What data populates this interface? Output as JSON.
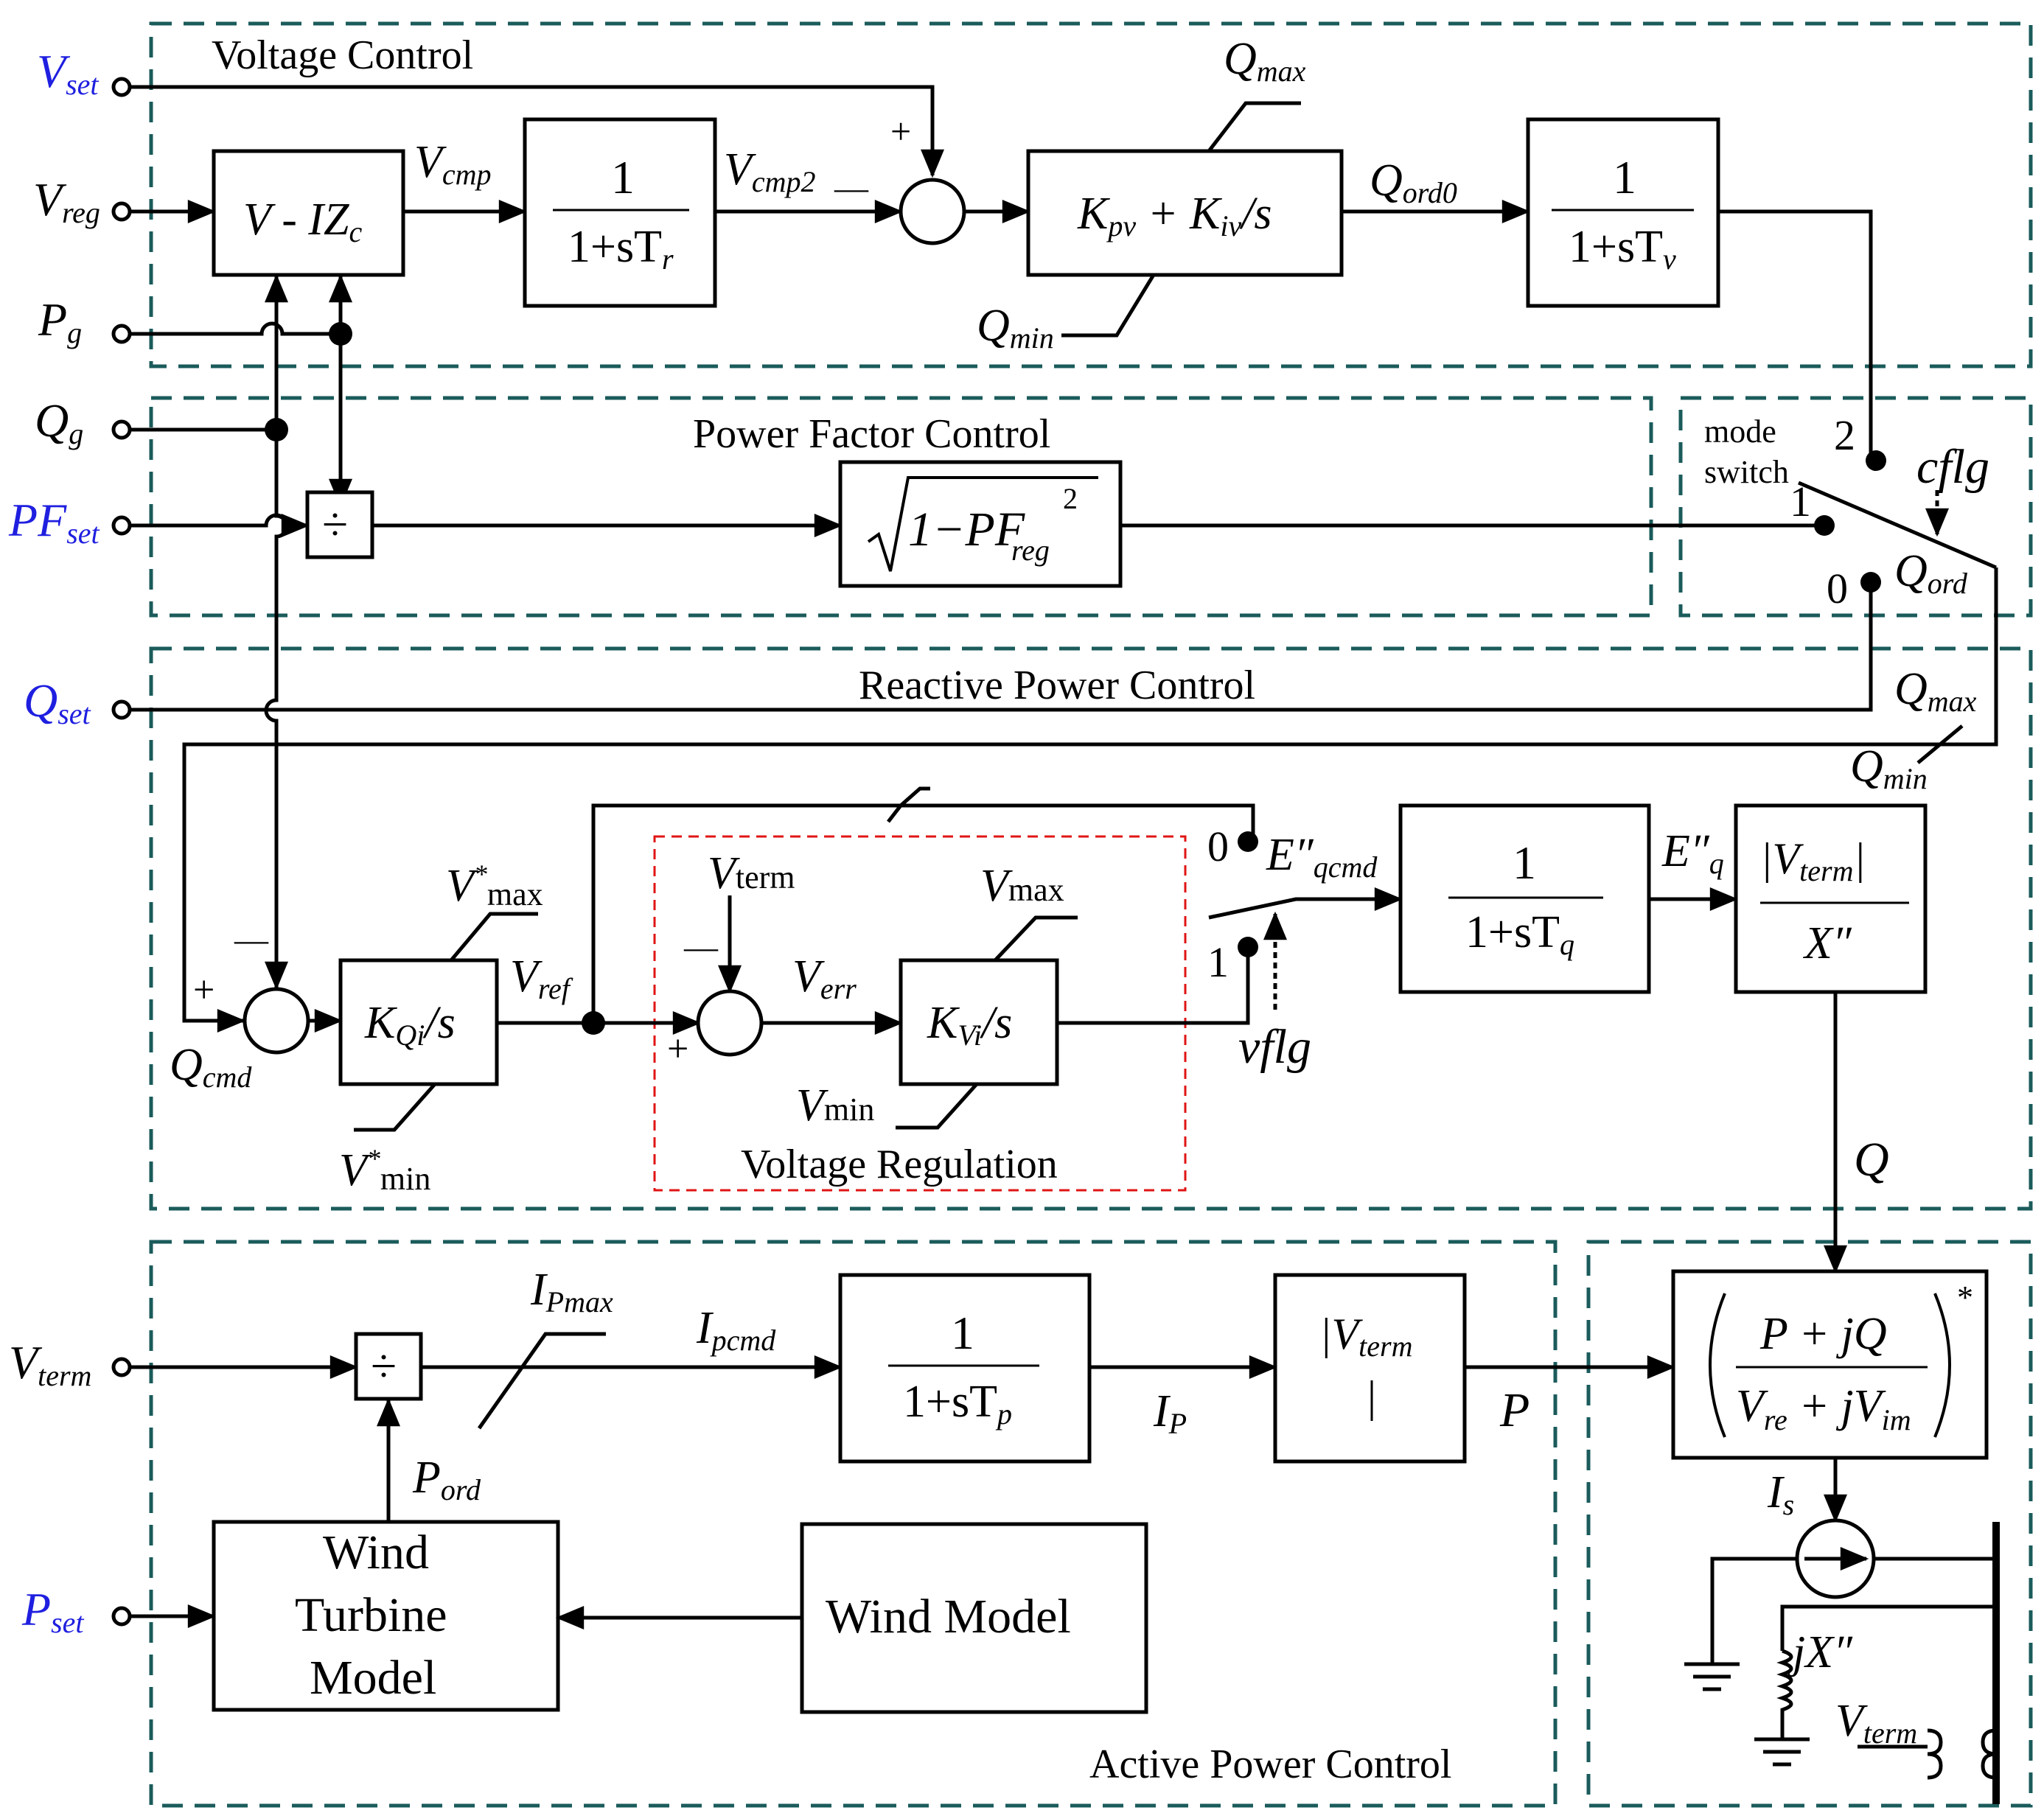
{
  "regions": {
    "voltage_control": "Voltage Control",
    "power_factor_control": "Power Factor Control",
    "reactive_power_control": "Reactive Power Control",
    "voltage_regulation": "Voltage Regulation",
    "active_power_control": "Active Power Control"
  },
  "inputs": {
    "vset": {
      "main": "V",
      "sub": "set"
    },
    "vreg": {
      "main": "V",
      "sub": "reg"
    },
    "pg": {
      "main": "P",
      "sub": "g"
    },
    "qg": {
      "main": "Q",
      "sub": "g"
    },
    "pfset": {
      "main": "PF",
      "sub": "set"
    },
    "qset": {
      "main": "Q",
      "sub": "set"
    },
    "vterm": {
      "main": "V",
      "sub": "term"
    },
    "pset": {
      "main": "P",
      "sub": "set"
    }
  },
  "blocks": {
    "compensator": {
      "main": "V - IZ",
      "sub": "c"
    },
    "lag_tr": {
      "num": "1",
      "den": "1+sT",
      "sub": "r"
    },
    "pi_voltage": {
      "k1": "K",
      "k1sub": "pv",
      "mid": " + K",
      "k2sub": "iv",
      "tail": "/s"
    },
    "lag_tv": {
      "num": "1",
      "den": "1+sT",
      "sub": "v"
    },
    "divider_pf": "÷",
    "sqrt_pf": {
      "text": "1−PF",
      "sup": "2",
      "sub": "reg"
    },
    "integrator_q": {
      "k": "K",
      "sub": "Qi",
      "tail": "/s"
    },
    "integrator_v": {
      "k": "K",
      "sub": "Vi",
      "tail": "/s"
    },
    "lag_tq": {
      "num": "1",
      "den": "1+sT",
      "sub": "q"
    },
    "vterm_over_x": {
      "num": "|V",
      "numsub": "term",
      "numtail": "|",
      "den": "X″"
    },
    "divider_p": "÷",
    "lag_tp": {
      "num": "1",
      "den": "1+sT",
      "sub": "p"
    },
    "vterm_abs": {
      "line1": "|V",
      "sub": "term",
      "line2": "|"
    },
    "current_calc": {
      "num": "P + jQ",
      "den_v1": "V",
      "den_s1": "re",
      "den_mid": " + jV",
      "den_s2": "im",
      "star": "*"
    },
    "wind_turbine_model": [
      "Wind",
      "Turbine",
      "Model"
    ],
    "wind_model": "Wind Model"
  },
  "signals": {
    "vcmp": {
      "main": "V",
      "sub": "cmp"
    },
    "vcmp2": {
      "main": "V",
      "sub": "cmp2"
    },
    "qmax_top": {
      "main": "Q",
      "sub": "max"
    },
    "qmin_top": {
      "main": "Q",
      "sub": "min"
    },
    "qord0": {
      "main": "Q",
      "sub": "ord0"
    },
    "qord": {
      "main": "Q",
      "sub": "ord"
    },
    "qmax_mid": {
      "main": "Q",
      "sub": "max"
    },
    "qmin_mid": {
      "main": "Q",
      "sub": "min"
    },
    "vstar_max": {
      "main": "V",
      "sup": "*",
      "sub": "max"
    },
    "vstar_min": {
      "main": "V",
      "sup": "*",
      "sub": "min"
    },
    "vref": {
      "main": "V",
      "sub": "ref"
    },
    "vterm_in": {
      "main": "V",
      "sub": "term"
    },
    "verr": {
      "main": "V",
      "sub": "err"
    },
    "vmax": {
      "main": "V",
      "sub": "max"
    },
    "vmin": {
      "main": "V",
      "sub": "min"
    },
    "qcmd": {
      "main": "Q",
      "sub": "cmd"
    },
    "eqcmd": {
      "main": "E″",
      "sub": "qcmd"
    },
    "eq": {
      "main": "E″",
      "sub": "q"
    },
    "vflg": "vflg",
    "cflg": "cflg",
    "q_out": "Q",
    "ipmax": {
      "main": "I",
      "sub": "Pmax"
    },
    "ipcmd": {
      "main": "I",
      "sub": "pcmd"
    },
    "ip": {
      "main": "I",
      "sub": "P"
    },
    "p_out": "P",
    "pord": {
      "main": "P",
      "sub": "ord"
    },
    "is": {
      "main": "I",
      "sub": "s"
    },
    "jx": "jX″",
    "vterm_bus": {
      "main": "V",
      "sub": "term"
    }
  },
  "switch": {
    "mode_line1": "mode",
    "mode_line2": "switch",
    "pos2": "2",
    "pos1": "1",
    "pos0": "0",
    "vpos0": "0",
    "vpos1": "1"
  },
  "sum_signs": {
    "vc_plus": "+",
    "vc_minus": "—",
    "rq_plus": "+",
    "rq_minus": "—",
    "vr_plus": "+",
    "vr_minus": "—"
  },
  "colors": {
    "input_label": "#1f1fe0",
    "region_border": "#1b5b5b",
    "voltage_regulation_border": "#e01515",
    "line": "#000000"
  }
}
